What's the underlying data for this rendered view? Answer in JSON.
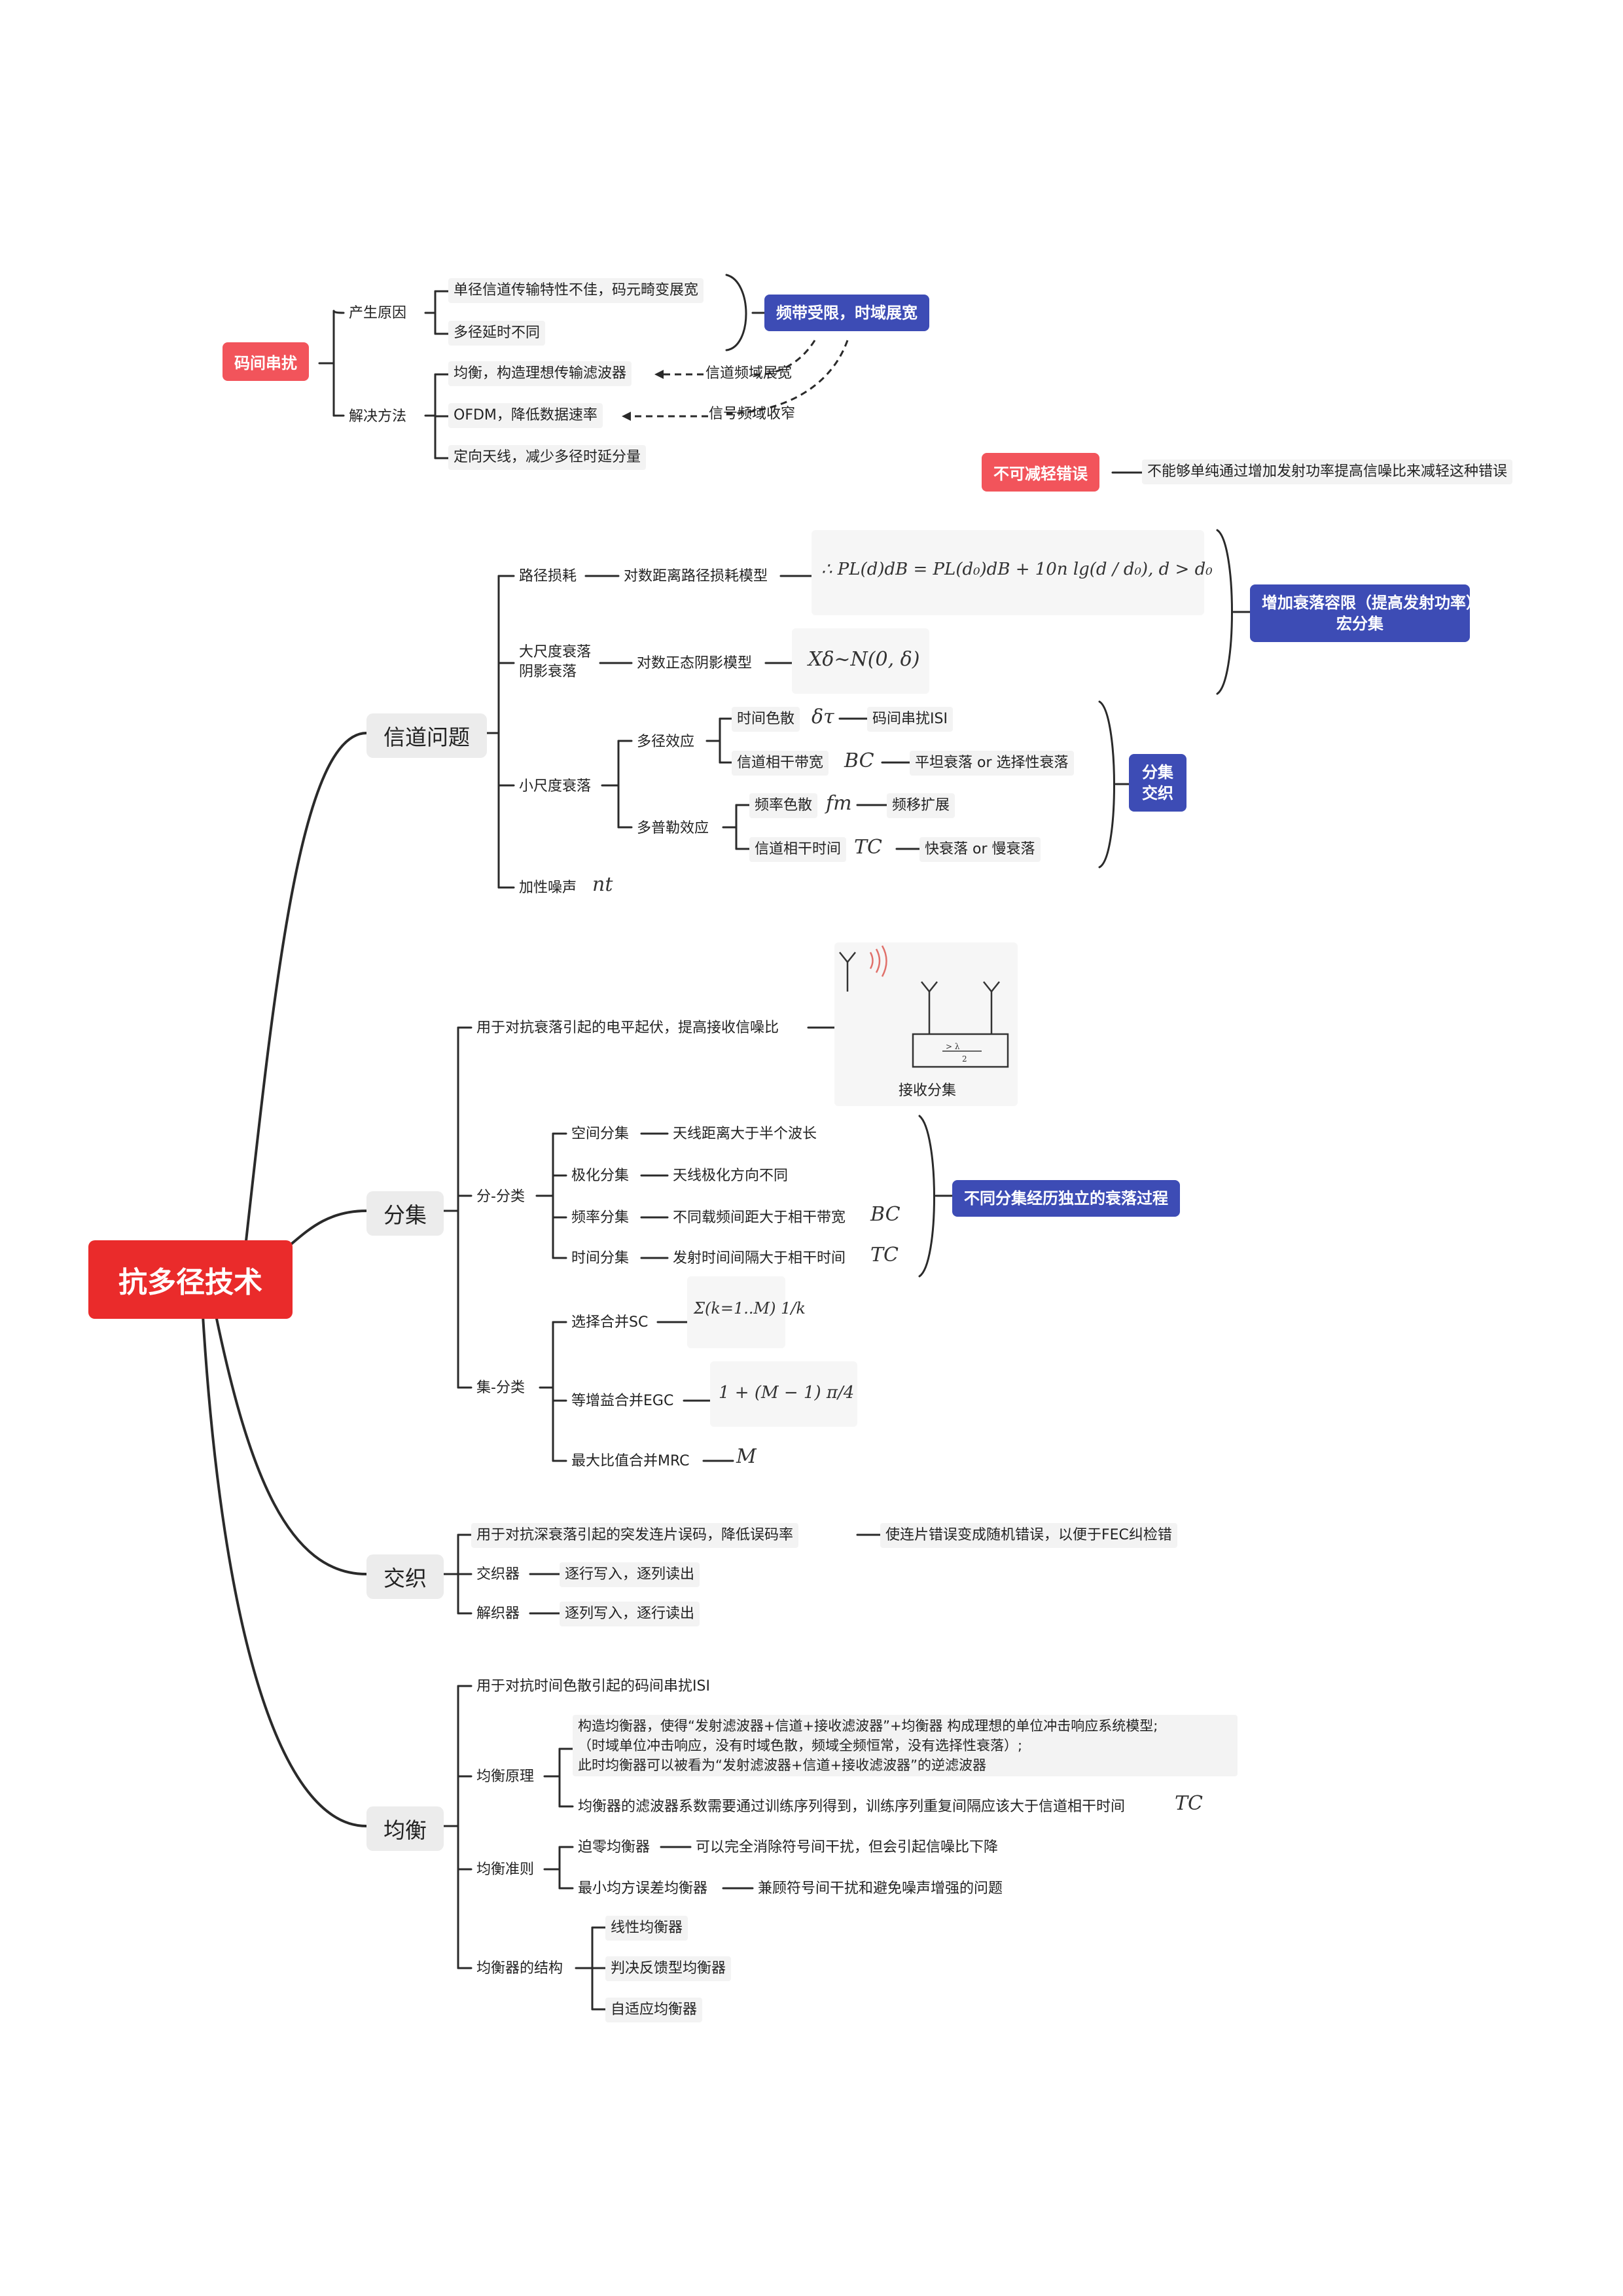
{
  "root": "抗多径技术",
  "isi": {
    "title": "码间串扰",
    "cause": "产生原因",
    "cause_items": [
      "单径信道传输特性不佳，码元畸变展宽",
      "多径延时不同"
    ],
    "cause_note": "频带受限，时域展宽",
    "solution": "解决方法",
    "solution_items": [
      "均衡，构造理想传输滤波器",
      "OFDM，降低数据速率",
      "定向天线，减少多径时延分量"
    ],
    "arrow_labels": [
      "信道频域展宽",
      "信号频域收窄"
    ]
  },
  "irreducible": {
    "title": "不可减轻错误",
    "note": "不能够单纯通过增加发射功率提高信噪比来减轻这种错误"
  },
  "channel": {
    "title": "信道问题",
    "path_loss": "路径损耗",
    "path_loss_model": "对数距离路径损耗模型",
    "path_loss_formula": "∴ PL(d)dB = PL(d₀)dB + 10n lg(d / d₀),    d > d₀",
    "large_scale": [
      "大尺度衰落",
      "阴影衰落"
    ],
    "shadow_model": "对数正态阴影模型",
    "shadow_formula": "Xδ~N(0, δ)",
    "small_scale": "小尺度衰落",
    "multipath": "多径效应",
    "doppler": "多普勒效应",
    "items": [
      {
        "label": "时间色散",
        "symbol": "δτ",
        "result": "码间串扰ISI"
      },
      {
        "label": "信道相干带宽",
        "symbol": "BC",
        "result": "平坦衰落 or 选择性衰落"
      },
      {
        "label": "频率色散",
        "symbol": "fm",
        "result": "频移扩展"
      },
      {
        "label": "信道相干时间",
        "symbol": "TC",
        "result": "快衰落 or 慢衰落"
      }
    ],
    "noise": "加性噪声",
    "noise_symbol": "nt",
    "note_upper": [
      "增加衰落容限（提高发射功率）",
      "宏分集"
    ],
    "note_lower": [
      "分集",
      "交织"
    ]
  },
  "diversity": {
    "title": "分集",
    "purpose": "用于对抗衰落引起的电平起伏，提高接收信噪比",
    "image_caption": "接收分集",
    "split": "分-分类",
    "split_items": [
      {
        "label": "空间分集",
        "desc": "天线距离大于半个波长",
        "symbol": ""
      },
      {
        "label": "极化分集",
        "desc": "天线极化方向不同",
        "symbol": ""
      },
      {
        "label": "频率分集",
        "desc": "不同载频间距大于相干带宽",
        "symbol": "BC"
      },
      {
        "label": "时间分集",
        "desc": "发射时间间隔大于相干时间",
        "symbol": "TC"
      }
    ],
    "split_note": "不同分集经历独立的衰落过程",
    "combine": "集-分类",
    "combine_items": [
      {
        "label": "选择合并SC",
        "formula": "Σ(k=1..M) 1/k"
      },
      {
        "label": "等增益合并EGC",
        "formula": "1 + (M − 1) π/4"
      },
      {
        "label": "最大比值合并MRC",
        "formula": "M"
      }
    ]
  },
  "interleave": {
    "title": "交织",
    "purpose": "用于对抗深衰落引起的突发连片误码，降低误码率",
    "purpose_note": "使连片错误变成随机错误，以便于FEC纠检错",
    "items": [
      {
        "label": "交织器",
        "desc": "逐行写入，逐列读出"
      },
      {
        "label": "解织器",
        "desc": "逐列写入，逐行读出"
      }
    ]
  },
  "equalize": {
    "title": "均衡",
    "purpose": "用于对抗时间色散引起的码间串扰ISI",
    "principle": "均衡原理",
    "principle_text": "构造均衡器，使得“发射滤波器+信道+接收滤波器”+均衡器 构成理想的单位冲击响应系统模型;\n（时域单位冲击响应，没有时域色散，频域全频恒常，没有选择性衰落）;\n此时均衡器可以被看为“发射滤波器+信道+接收滤波器”的逆滤波器",
    "principle_text2": "均衡器的滤波器系数需要通过训练序列得到，训练序列重复间隔应该大于信道相干时间",
    "principle_symbol": "TC",
    "criteria": "均衡准则",
    "criteria_items": [
      {
        "label": "迫零均衡器",
        "desc": "可以完全消除符号间干扰，但会引起信噪比下降"
      },
      {
        "label": "最小均方误差均衡器",
        "desc": "兼顾符号间干扰和避免噪声增强的问题"
      }
    ],
    "structure": "均衡器的结构",
    "structure_items": [
      "线性均衡器",
      "判决反馈型均衡器",
      "自适应均衡器"
    ]
  },
  "colors": {
    "root": "#ea2b2b",
    "red_tag": "#f2545b",
    "blue_tag": "#3d4cb5",
    "line": "#2a2a2a"
  }
}
